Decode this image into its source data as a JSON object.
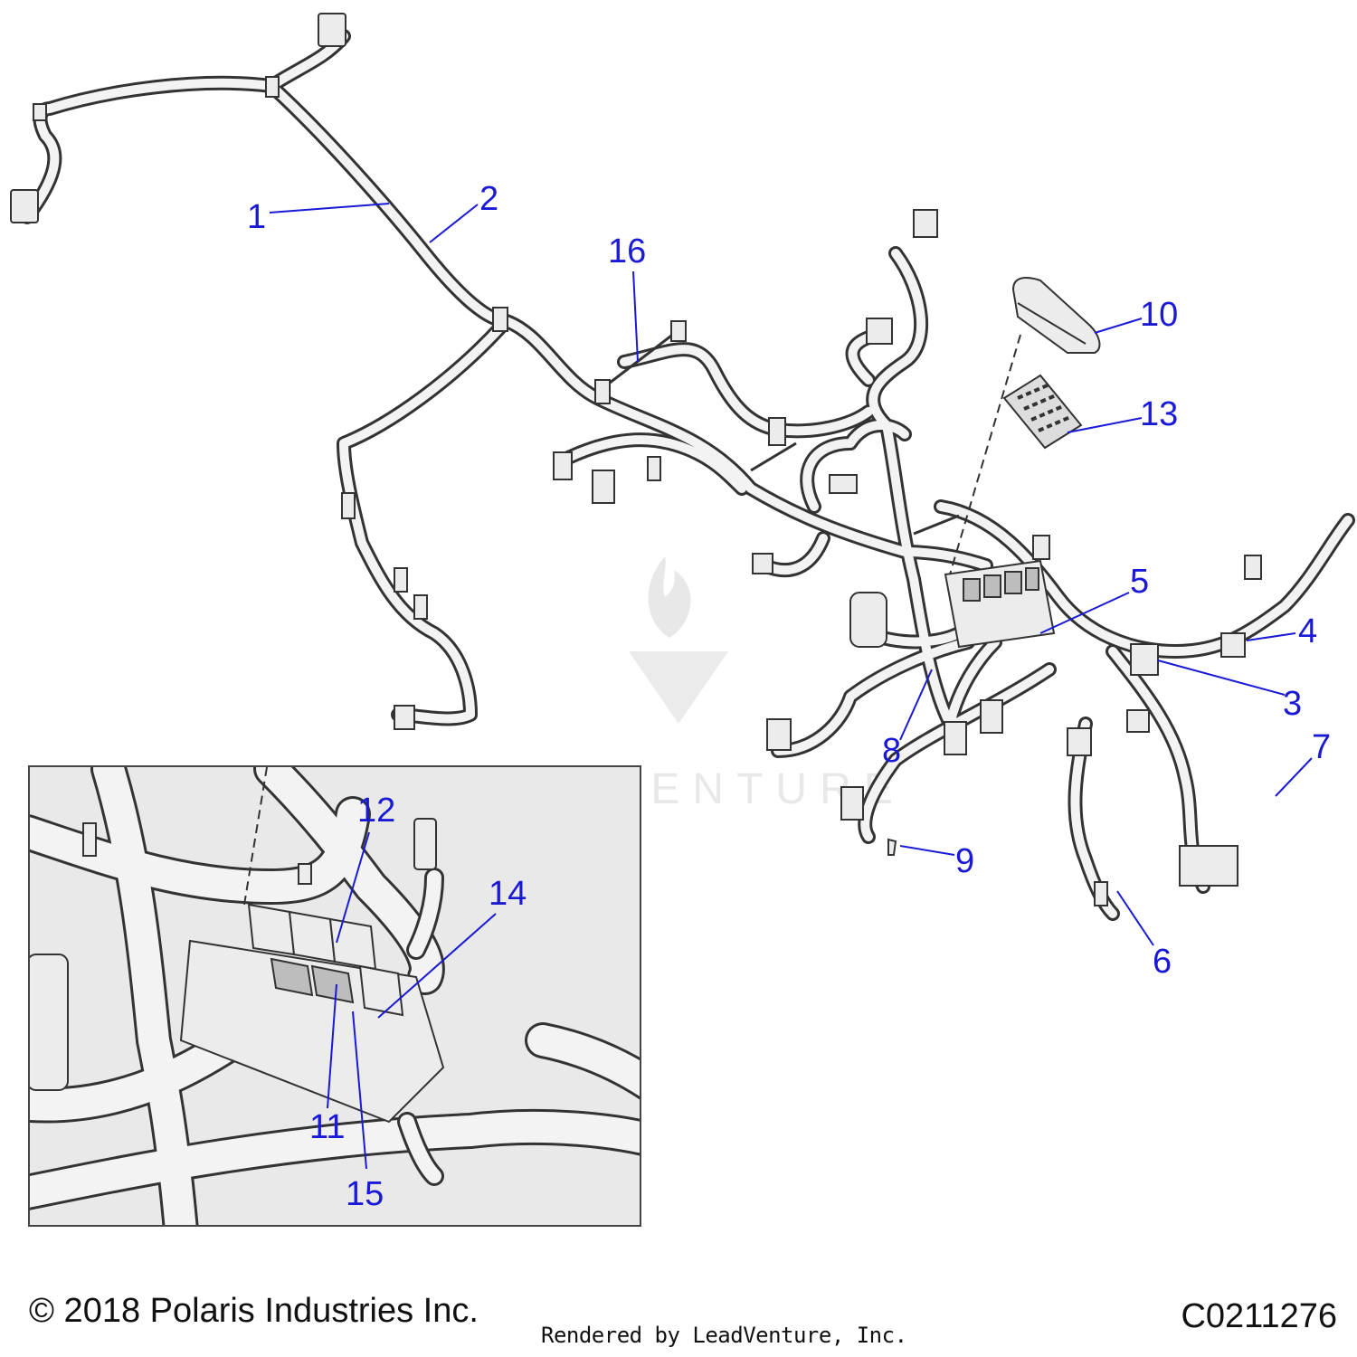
{
  "callouts": [
    {
      "id": "1",
      "label": "1"
    },
    {
      "id": "2",
      "label": "2"
    },
    {
      "id": "3",
      "label": "3"
    },
    {
      "id": "4",
      "label": "4"
    },
    {
      "id": "5",
      "label": "5"
    },
    {
      "id": "6",
      "label": "6"
    },
    {
      "id": "7",
      "label": "7"
    },
    {
      "id": "8",
      "label": "8"
    },
    {
      "id": "9",
      "label": "9"
    },
    {
      "id": "10",
      "label": "10"
    },
    {
      "id": "11",
      "label": "11"
    },
    {
      "id": "12",
      "label": "12"
    },
    {
      "id": "13",
      "label": "13"
    },
    {
      "id": "14",
      "label": "14"
    },
    {
      "id": "15",
      "label": "15"
    },
    {
      "id": "16",
      "label": "16"
    }
  ],
  "watermark": {
    "text": "LEADVENTURE"
  },
  "footer": {
    "copyright": "© 2018 Polaris Industries Inc.",
    "rendered_by": "Rendered by LeadVenture, Inc.",
    "diagram_code": "C0211276"
  },
  "colors": {
    "callout": "#1a1ad6",
    "inset_background": "#e9e9e9",
    "line": "#333333"
  }
}
